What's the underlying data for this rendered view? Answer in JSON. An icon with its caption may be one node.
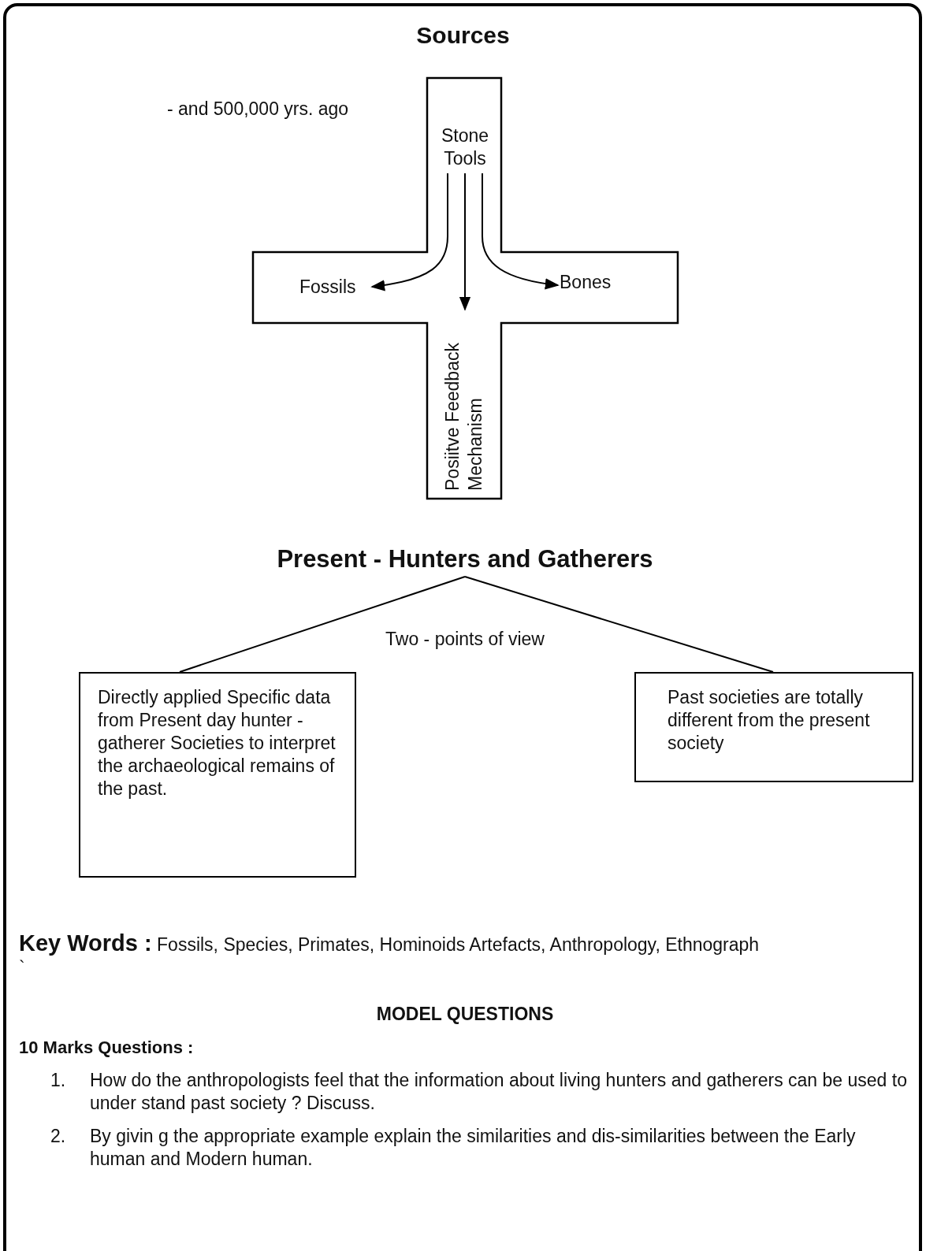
{
  "diagram": {
    "title": "Sources",
    "nodes": [
      {
        "text": [],
        "shape": "cross"
      },
      {
        "text": [
          "Stone Tools"
        ],
        "in": 0
      },
      {
        "text": [
          "Fossils"
        ],
        "in": 0
      },
      {
        "text": [
          "Bones"
        ],
        "in": 0
      },
      {
        "text": [
          "Posiitve Feedback Mechanism"
        ],
        "in": 0
      },
      {
        "text": [
          "Present - Hunters and Gatherers"
        ]
      },
      {
        "text": [
          "Directly applied Specific data from Present day hunter - gatherer Societies to interpret the archaeological remains of the past."
        ]
      },
      {
        "text": [
          "Past societies are totally different from the present society"
        ]
      }
    ],
    "edges": [
      {
        "from": 1,
        "to": 2,
        "arrow": "to"
      },
      {
        "from": 1,
        "to": 4,
        "arrow": "to"
      },
      {
        "from": 1,
        "to": 3,
        "arrow": "to"
      },
      {
        "from": 5,
        "to": 6,
        "arrow": "none"
      },
      {
        "from": 5,
        "to": 7,
        "arrow": "none"
      }
    ],
    "labels": [
      "- and 500,000 yrs. ago",
      "Two - points of view",
      "**Key Words :** Fossils, Species,  Primates, Hominoids  Artefacts,  Anthropology, Ethnograph",
      "`",
      "MODEL QUESTIONS",
      "10 Marks Questions :",
      "1.",
      "How do  the anthropologists feel that the  information about living  hunters  and gatherers can be used to under  stand past society ? Discuss.",
      "2.",
      "By  givin g  the appropriate example  explain the similarities and  dis-similarities between the Early human and Modern human."
    ]
  }
}
